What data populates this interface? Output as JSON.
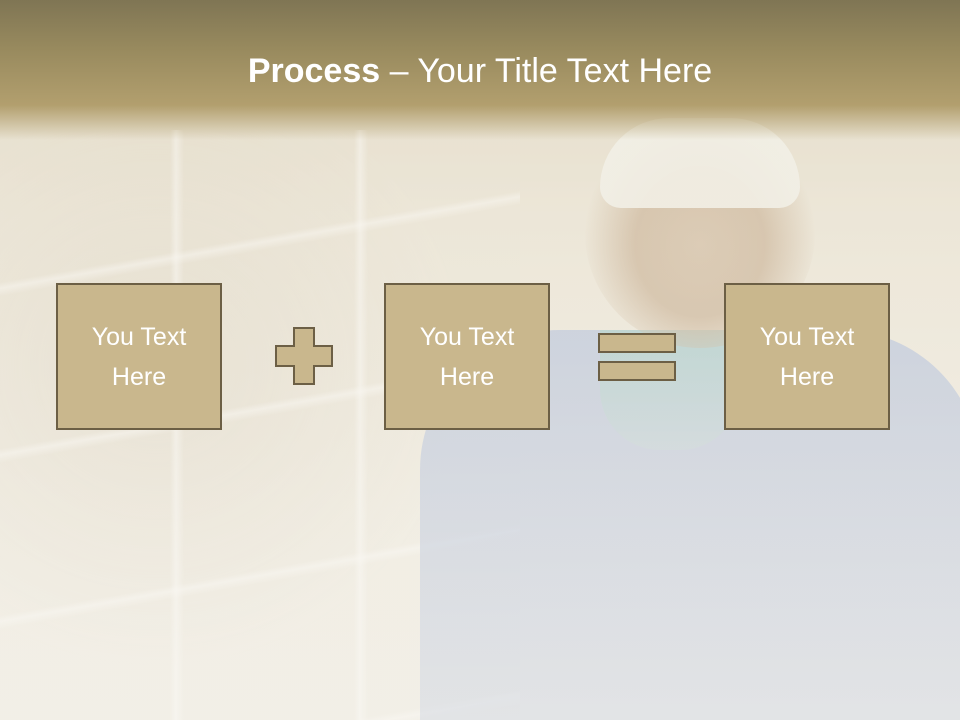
{
  "slide": {
    "title_bold": "Process",
    "title_separator": " – ",
    "title_rest": "Your Title Text Here"
  },
  "process": {
    "boxes": [
      {
        "line1": "You Text",
        "line2": "Here"
      },
      {
        "line1": "You Text",
        "line2": "Here"
      },
      {
        "line1": "You Text",
        "line2": "Here"
      }
    ],
    "operators": [
      "plus-icon",
      "equals-icon"
    ]
  },
  "colors": {
    "header": "#988a5e",
    "box_fill": "#c9b78d",
    "box_border": "#6c5f45",
    "text": "#ffffff"
  }
}
